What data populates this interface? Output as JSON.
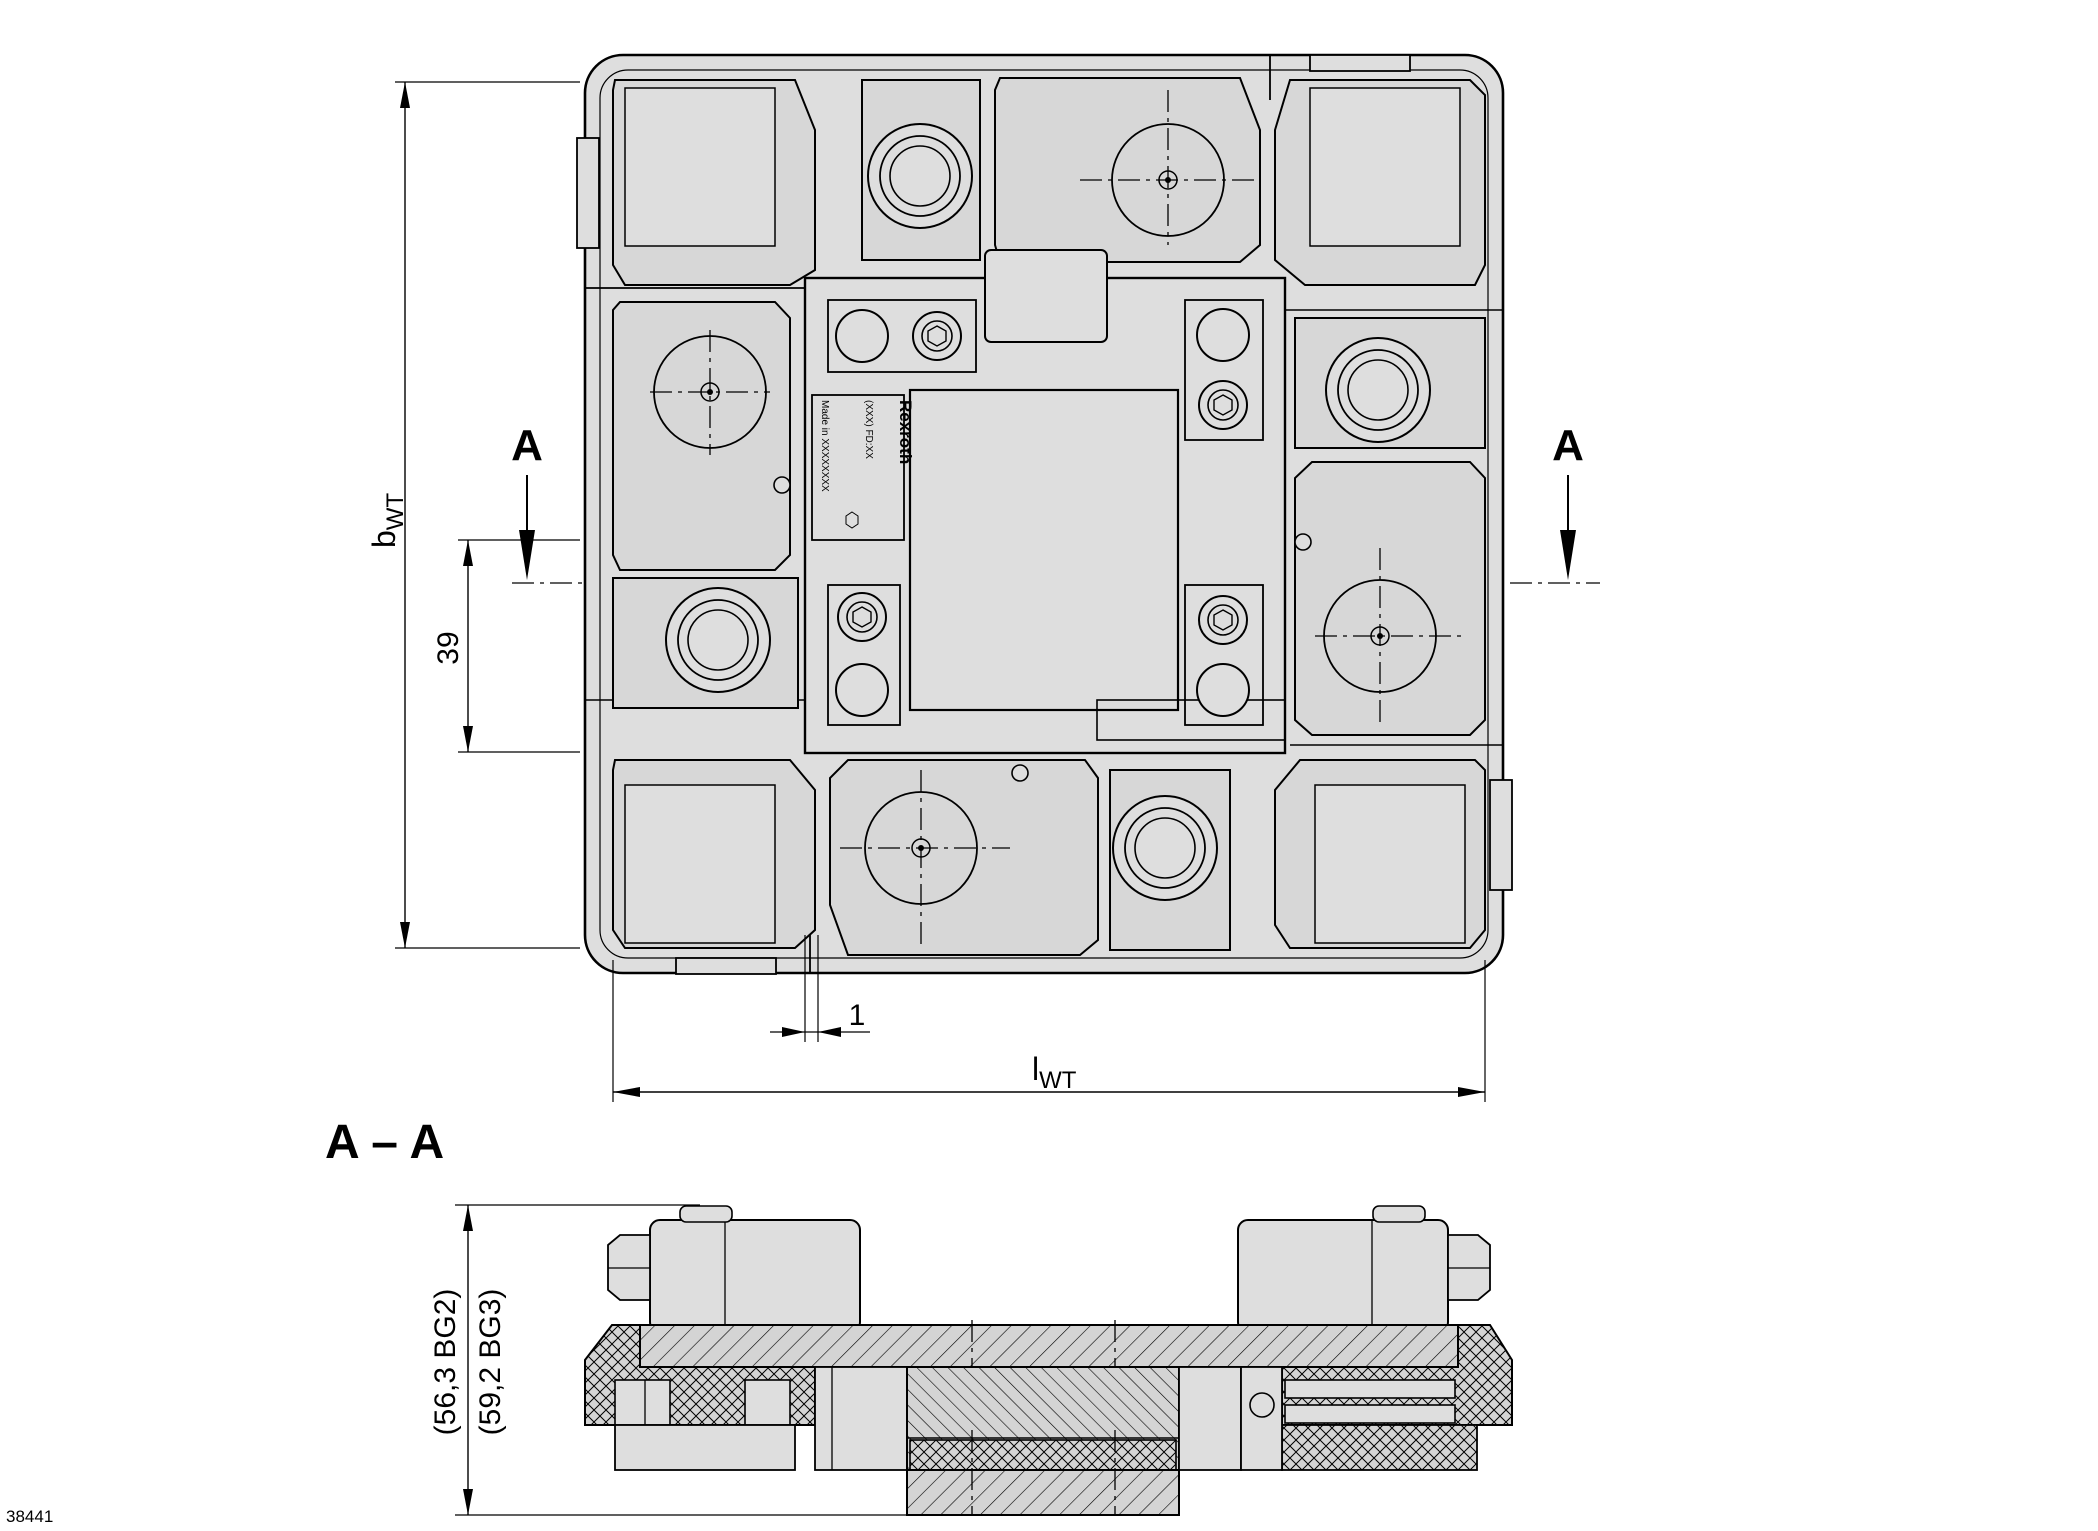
{
  "section_marks": {
    "left": "A",
    "right": "A"
  },
  "dimensions": {
    "width_symbol": "b",
    "width_sub": "WT",
    "length_symbol": "l",
    "length_sub": "WT",
    "offset_39": "39",
    "gap_1": "1",
    "height_bg2": "(56,3 BG2)",
    "height_bg3": "(59,2 BG3)"
  },
  "section_title": "A – A",
  "nameplate": {
    "brand": "Rexroth",
    "line1": "(XXX)  FD:XX",
    "line2": "Made  in  XXXXXXXX"
  },
  "drawing_number": "38441",
  "colors": {
    "part_fill": "#dedede",
    "line": "#000000",
    "background": "#ffffff"
  }
}
